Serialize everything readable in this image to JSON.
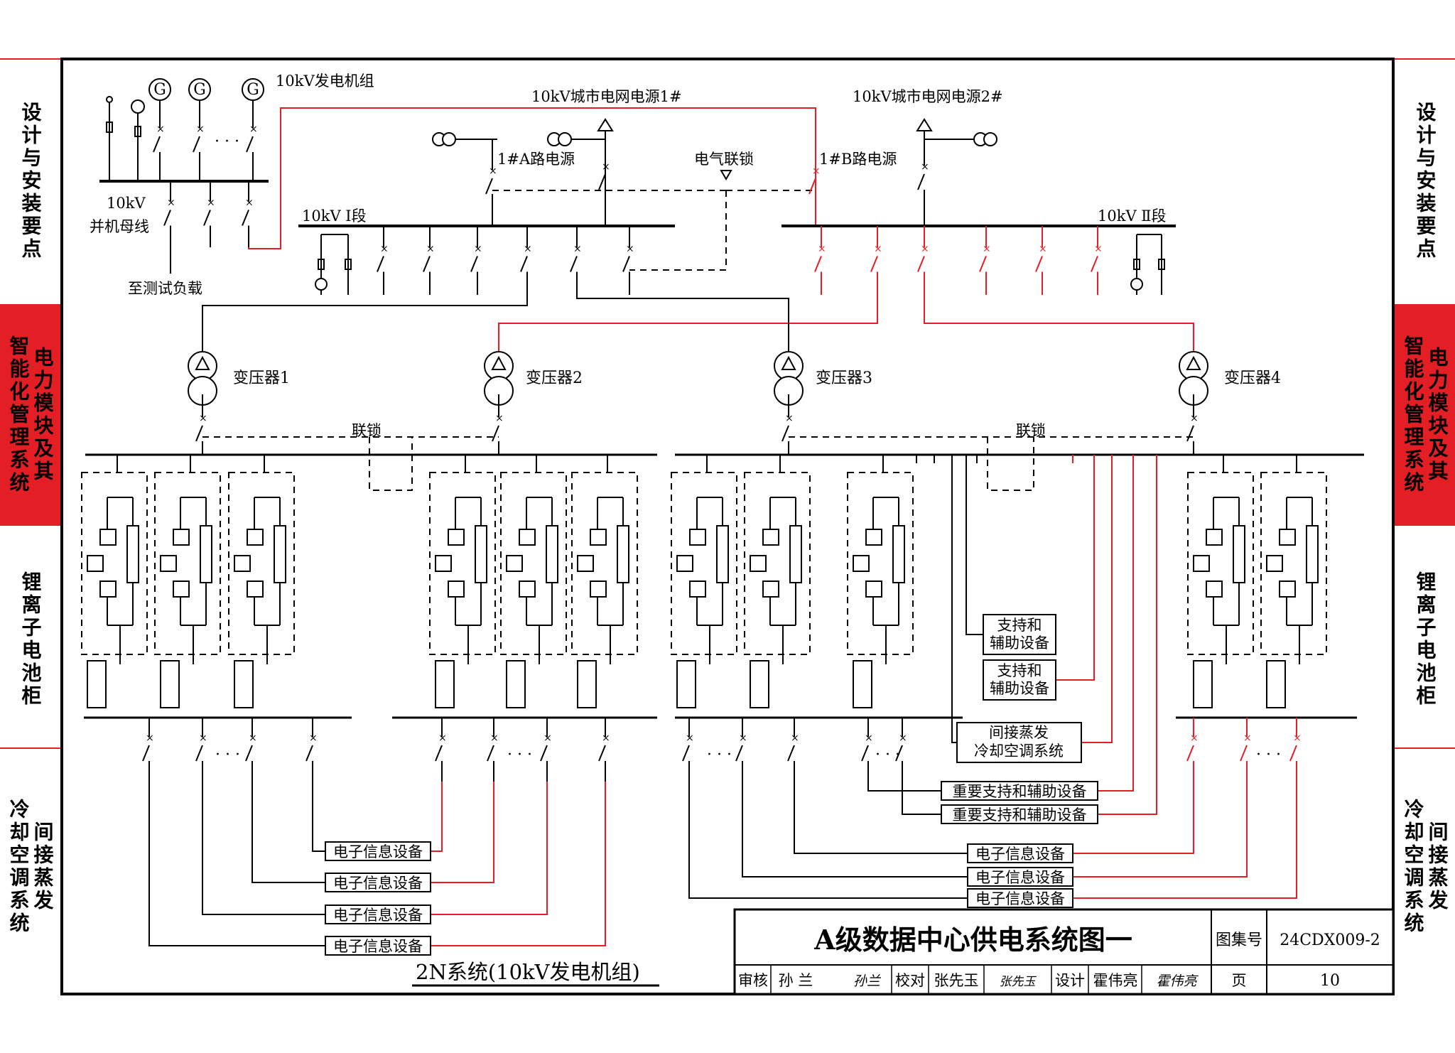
{
  "side_tabs_left": [
    {
      "cols": [
        "设计与安装要点"
      ],
      "active": false
    },
    {
      "cols": [
        "电力模块及其",
        "智能化管理系统"
      ],
      "active": true
    },
    {
      "cols": [
        "锂离子电池柜"
      ],
      "active": false
    },
    {
      "cols": [
        "间接蒸发",
        "冷却空调系统"
      ],
      "active": false
    }
  ],
  "side_tabs_right": [
    {
      "cols": [
        "设计与安装要点"
      ],
      "active": false
    },
    {
      "cols": [
        "电力模块及其",
        "智能化管理系统"
      ],
      "active": true
    },
    {
      "cols": [
        "锂离子电池柜"
      ],
      "active": false
    },
    {
      "cols": [
        "间接蒸发",
        "冷却空调系统"
      ],
      "active": false
    }
  ],
  "labels": {
    "generator_set": "10kV发电机组",
    "grid_source_1": "10kV城市电网电源1#",
    "grid_source_2": "10kV城市电网电源2#",
    "path_a": "1#A路电源",
    "path_b": "1#B路电源",
    "interlock_main": "电气联锁",
    "parallel_bus_1": "10kV",
    "parallel_bus_2": "并机母线",
    "test_load": "至测试负载",
    "bus_1": "10kV  Ⅰ段",
    "bus_2": "10kV  Ⅱ段",
    "transformer_1": "变压器1",
    "transformer_2": "变压器2",
    "transformer_3": "变压器3",
    "transformer_4": "变压器4",
    "interlock_left": "联锁",
    "interlock_right": "联锁",
    "gen_symbol": "G",
    "ellipsis": "· · ·"
  },
  "boxes": {
    "support_1": [
      "支持和",
      "辅助设备"
    ],
    "support_2": [
      "支持和",
      "辅助设备"
    ],
    "hvac": [
      "间接蒸发",
      "冷却空调系统"
    ],
    "important_1": "重要支持和辅助设备",
    "important_2": "重要支持和辅助设备",
    "it_left": [
      "电子信息设备",
      "电子信息设备",
      "电子信息设备",
      "电子信息设备"
    ],
    "it_right": [
      "电子信息设备",
      "电子信息设备",
      "电子信息设备"
    ]
  },
  "subtitle": "2N系统(10kV发电机组)",
  "title_block": {
    "title": "A级数据中心供电系统图一",
    "atlas_label": "图集号",
    "atlas_no": "24CDX009-2",
    "review_label": "审核",
    "review_name": "孙 兰",
    "check_label": "校对",
    "check_name": "张先玉",
    "design_label": "设计",
    "design_name": "霍伟亮",
    "page_label": "页",
    "page_no": "10",
    "sig_review": "孙兰",
    "sig_check": "张先玉",
    "sig_design": "霍伟亮"
  },
  "colors": {
    "red": "#e31e24",
    "black": "#000000"
  }
}
